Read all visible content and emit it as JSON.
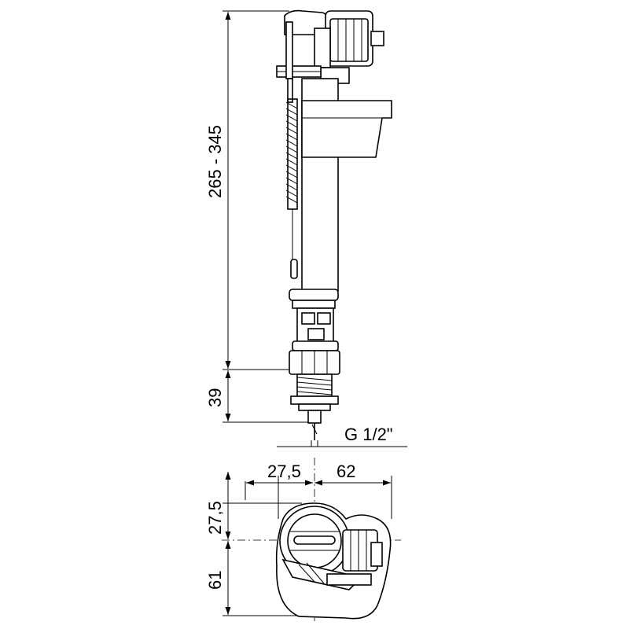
{
  "dimensions": {
    "height_range": "265 - 345",
    "thread_length": "39",
    "thread_size": "G 1/2\"",
    "top_offset_left": "27,5",
    "top_offset_right": "62",
    "plan_offset_upper": "27,5",
    "plan_offset_lower": "61"
  }
}
